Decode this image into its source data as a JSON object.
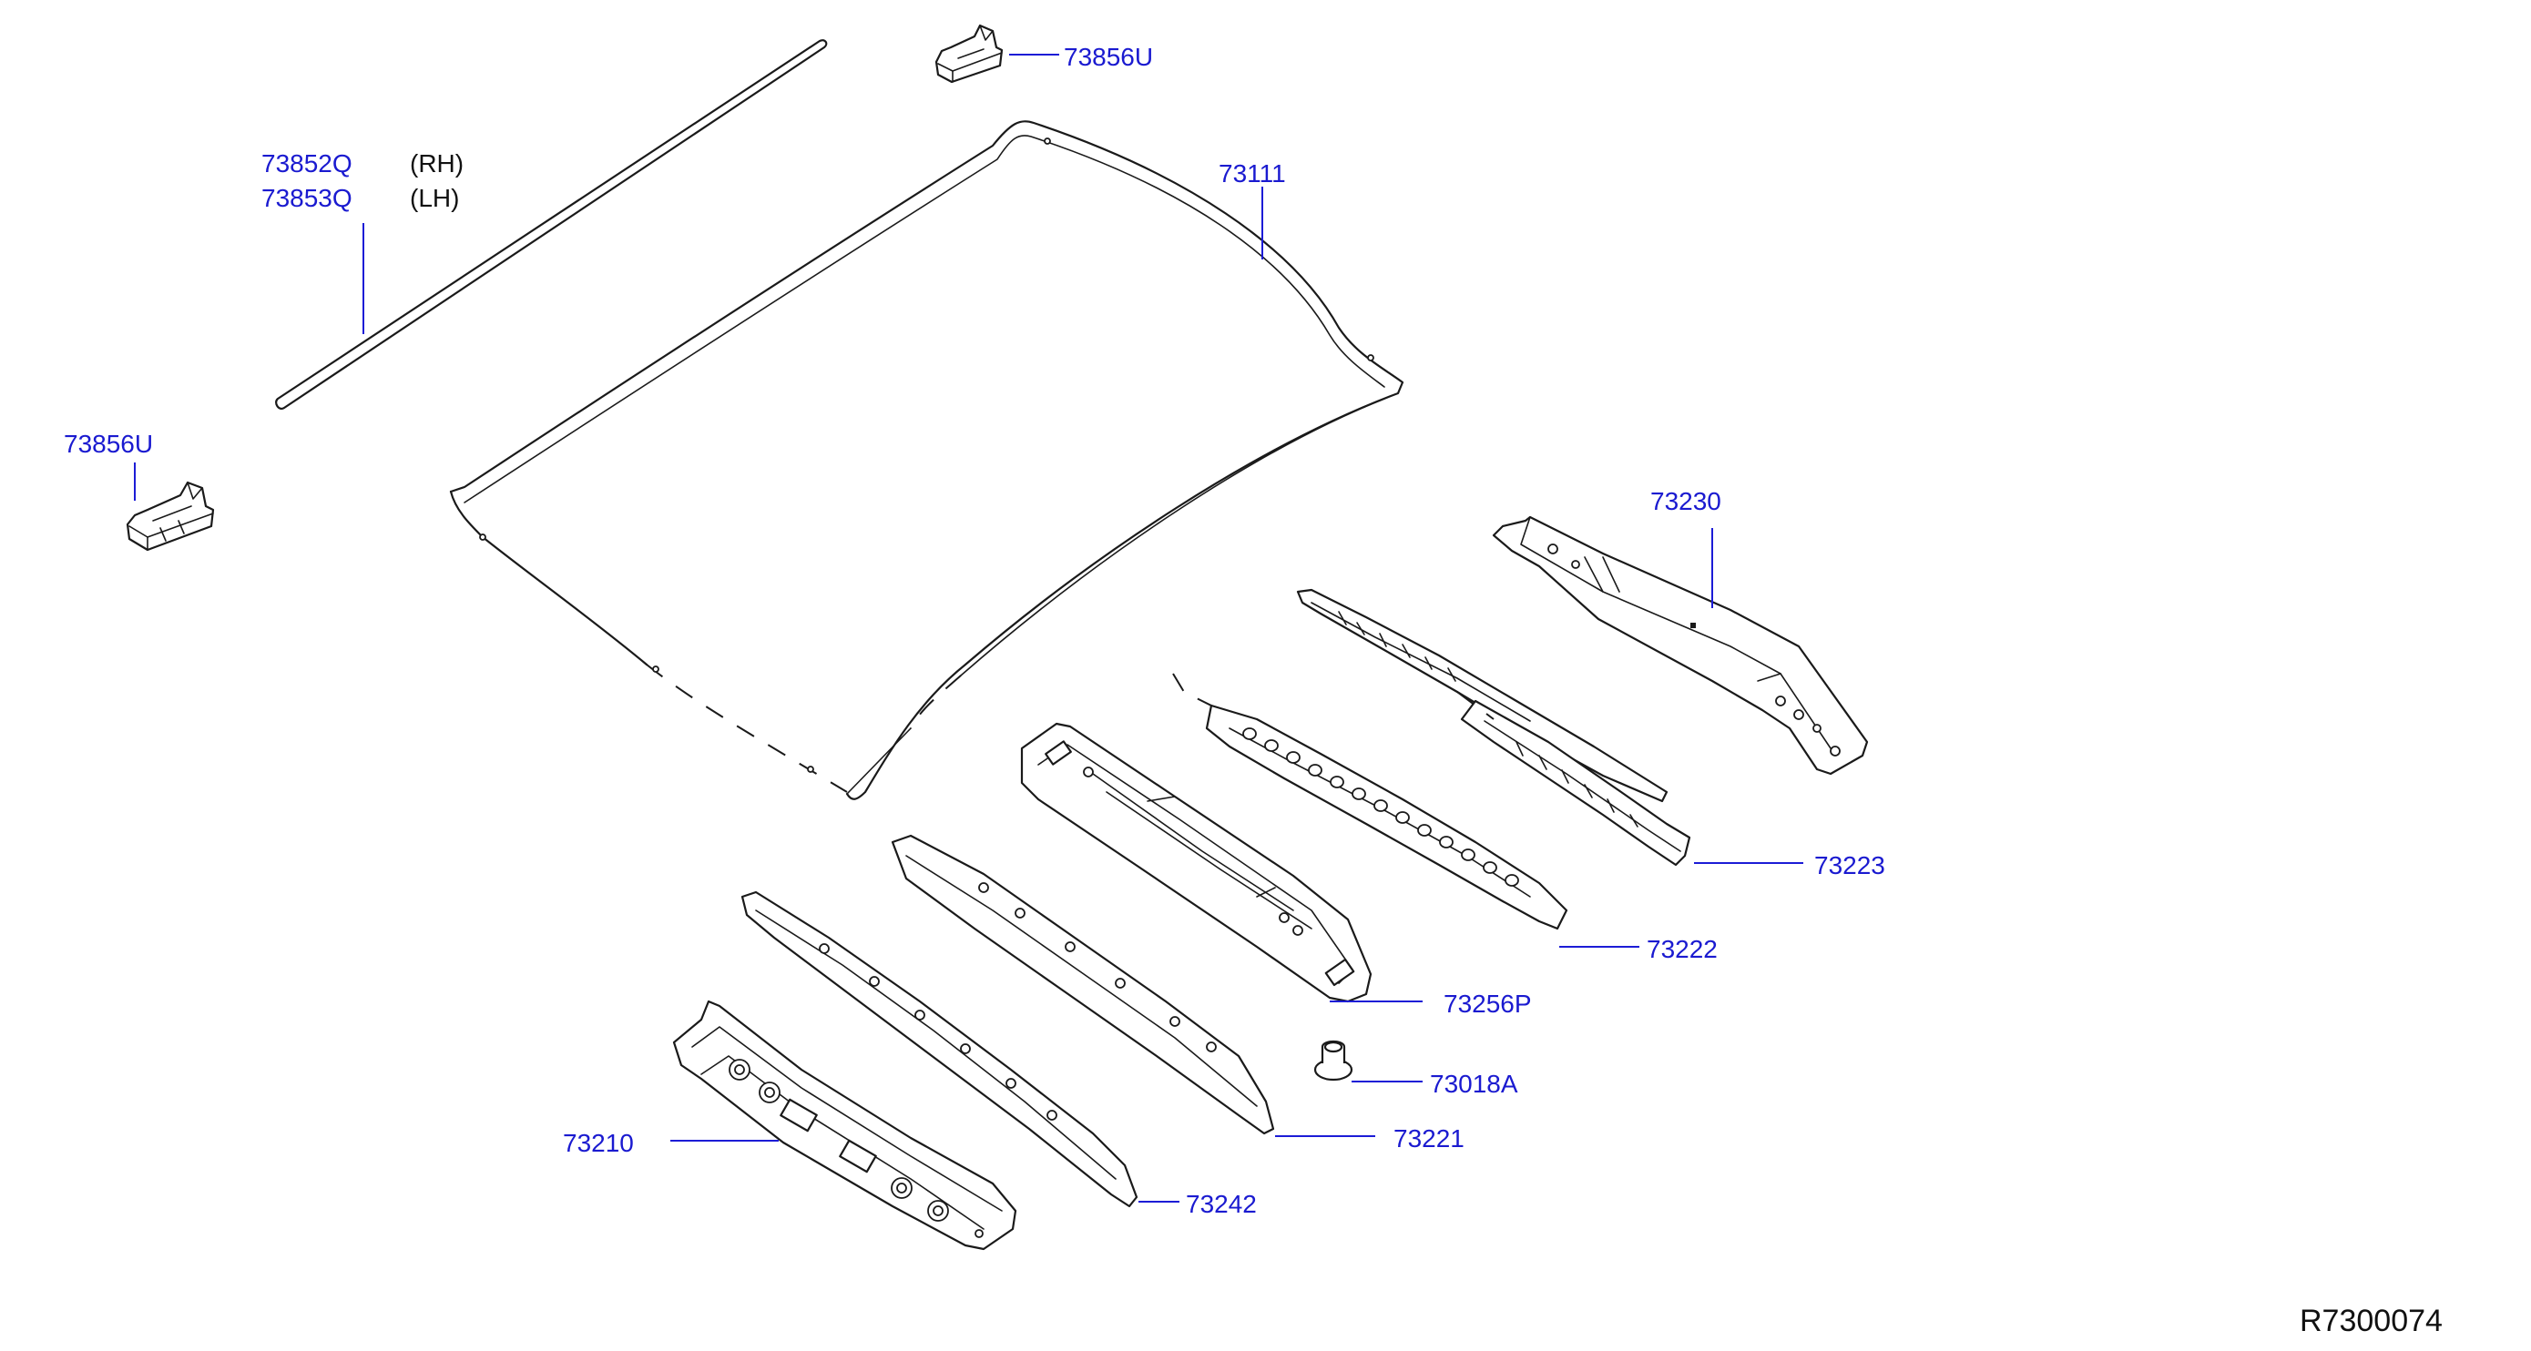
{
  "diagram": {
    "reference_code": "R7300074",
    "parts": [
      {
        "id": "p73856U_top",
        "number": "73856U"
      },
      {
        "id": "p73852Q",
        "number": "73852Q",
        "side": "(RH)"
      },
      {
        "id": "p73853Q",
        "number": "73853Q",
        "side": "(LH)"
      },
      {
        "id": "p73856U_left",
        "number": "73856U"
      },
      {
        "id": "p73111",
        "number": "73111"
      },
      {
        "id": "p73230",
        "number": "73230"
      },
      {
        "id": "p73223",
        "number": "73223"
      },
      {
        "id": "p73222",
        "number": "73222"
      },
      {
        "id": "p73256P",
        "number": "73256P"
      },
      {
        "id": "p73018A",
        "number": "73018A"
      },
      {
        "id": "p73221",
        "number": "73221"
      },
      {
        "id": "p73210",
        "number": "73210"
      },
      {
        "id": "p73242",
        "number": "73242"
      }
    ]
  }
}
